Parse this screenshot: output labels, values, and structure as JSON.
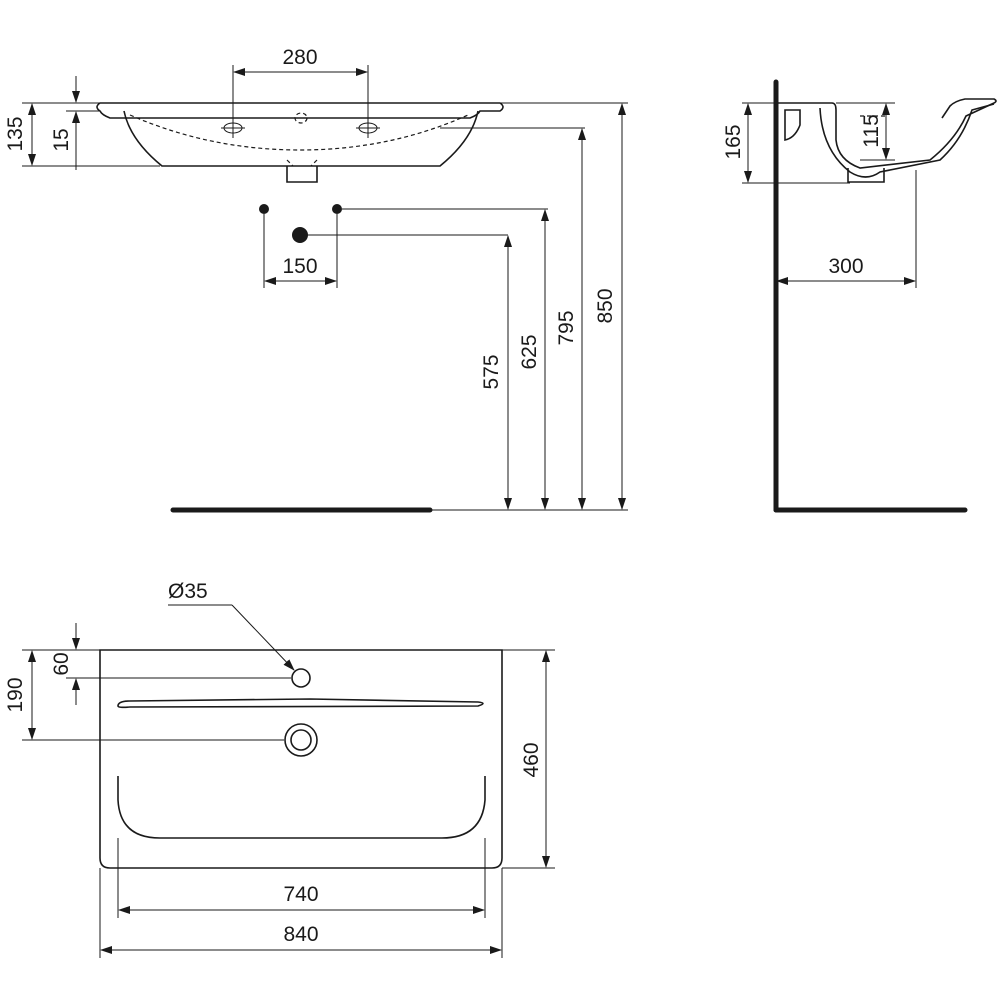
{
  "dimensions": {
    "tap_hole_spacing": "280",
    "basin_total_height": "135",
    "rim_thickness": "15",
    "supply_spacing": "150",
    "waste_height": "575",
    "supply_height": "625",
    "basin_underside_height": "795",
    "rim_height": "850",
    "side_basin_depth": "165",
    "side_bowl_depth": "115",
    "side_projection": "300",
    "tap_hole_diameter": "Ø35",
    "tap_hole_offset": "60",
    "waste_offset": "190",
    "plan_depth": "460",
    "bowl_width": "740",
    "overall_width": "840"
  }
}
